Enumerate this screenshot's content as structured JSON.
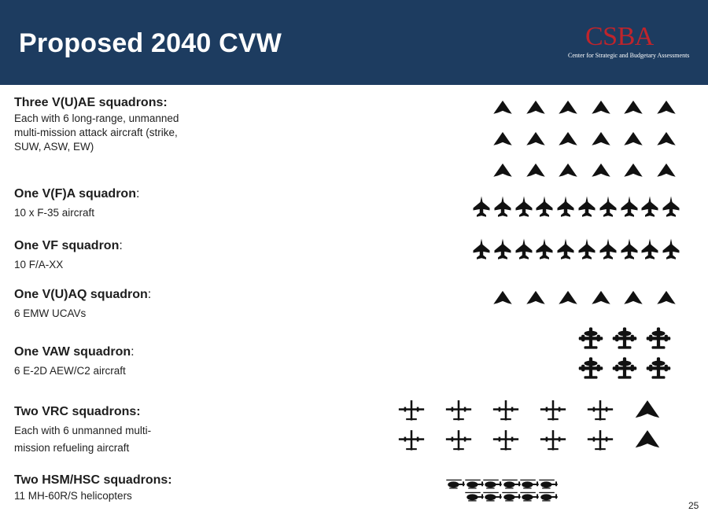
{
  "slide": {
    "title": "Proposed 2040 CVW",
    "logo_word": "CSBA",
    "logo_sub": "Center for Strategic and Budgetary Assessments",
    "page_number": "25"
  },
  "rows": [
    {
      "title": "Three V(U)AE squadrons:",
      "title_rest": "",
      "desc": [
        "Each with 6 long-range, unmanned",
        "multi-mission attack aircraft (strike,",
        "SUW, ASW, EW)"
      ],
      "icon": "ucav-icon",
      "icon_lines": [
        6,
        6,
        6
      ]
    },
    {
      "title": "One V(F)A squadron",
      "title_rest": ":",
      "desc": [
        "10 x F-35 aircraft"
      ],
      "icon": "f35-icon",
      "icon_lines": [
        10
      ]
    },
    {
      "title": "One VF squadron",
      "title_rest": ":",
      "desc": [
        "10 F/A-XX"
      ],
      "icon": "fighter-icon",
      "icon_lines": [
        10
      ]
    },
    {
      "title": "One V(U)AQ squadron",
      "title_rest": ":",
      "desc": [
        "6 EMW UCAVs"
      ],
      "icon": "ucav-icon",
      "icon_lines": [
        6
      ]
    },
    {
      "title": "One VAW squadron",
      "title_rest": ":",
      "desc": [
        "6 E-2D AEW/C2 aircraft"
      ],
      "icon": "e2d-icon",
      "icon_lines": [
        3,
        3
      ]
    },
    {
      "title": "Two VRC squadrons:",
      "title_rest": "",
      "desc": [
        "Each with 6 unmanned multi-",
        "mission refueling aircraft"
      ],
      "icon": "tanker-icon",
      "icon_lines": [
        6,
        6
      ]
    },
    {
      "title": "Two HSM/HSC squadrons:",
      "title_rest": "",
      "desc": [
        "11 MH-60R/S helicopters"
      ],
      "icon": "helicopter-icon",
      "icon_lines": [
        6,
        5
      ]
    }
  ]
}
